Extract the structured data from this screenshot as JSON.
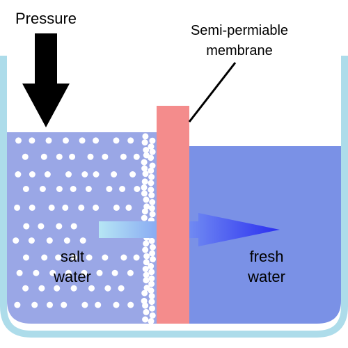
{
  "labels": {
    "pressure": "Pressure",
    "membrane_line1": "Semi-permiable",
    "membrane_line2": "membrane",
    "salt_line1": "salt",
    "salt_line2": "water",
    "fresh_line1": "fresh",
    "fresh_line2": "water"
  },
  "colors": {
    "container_outline": "#ADDCEA",
    "salt_water": "#9AA7E6",
    "fresh_water": "#7A91E6",
    "membrane": "#F48C8C",
    "particles": "#FFFFFF",
    "pressure_arrow": "#000000",
    "flow_arrow_start": "#B6E6F4",
    "flow_arrow_end": "#2A2EF0"
  },
  "icons": {
    "pressure_arrow": "down-arrow-icon",
    "flow_arrow": "right-arrow-icon"
  }
}
